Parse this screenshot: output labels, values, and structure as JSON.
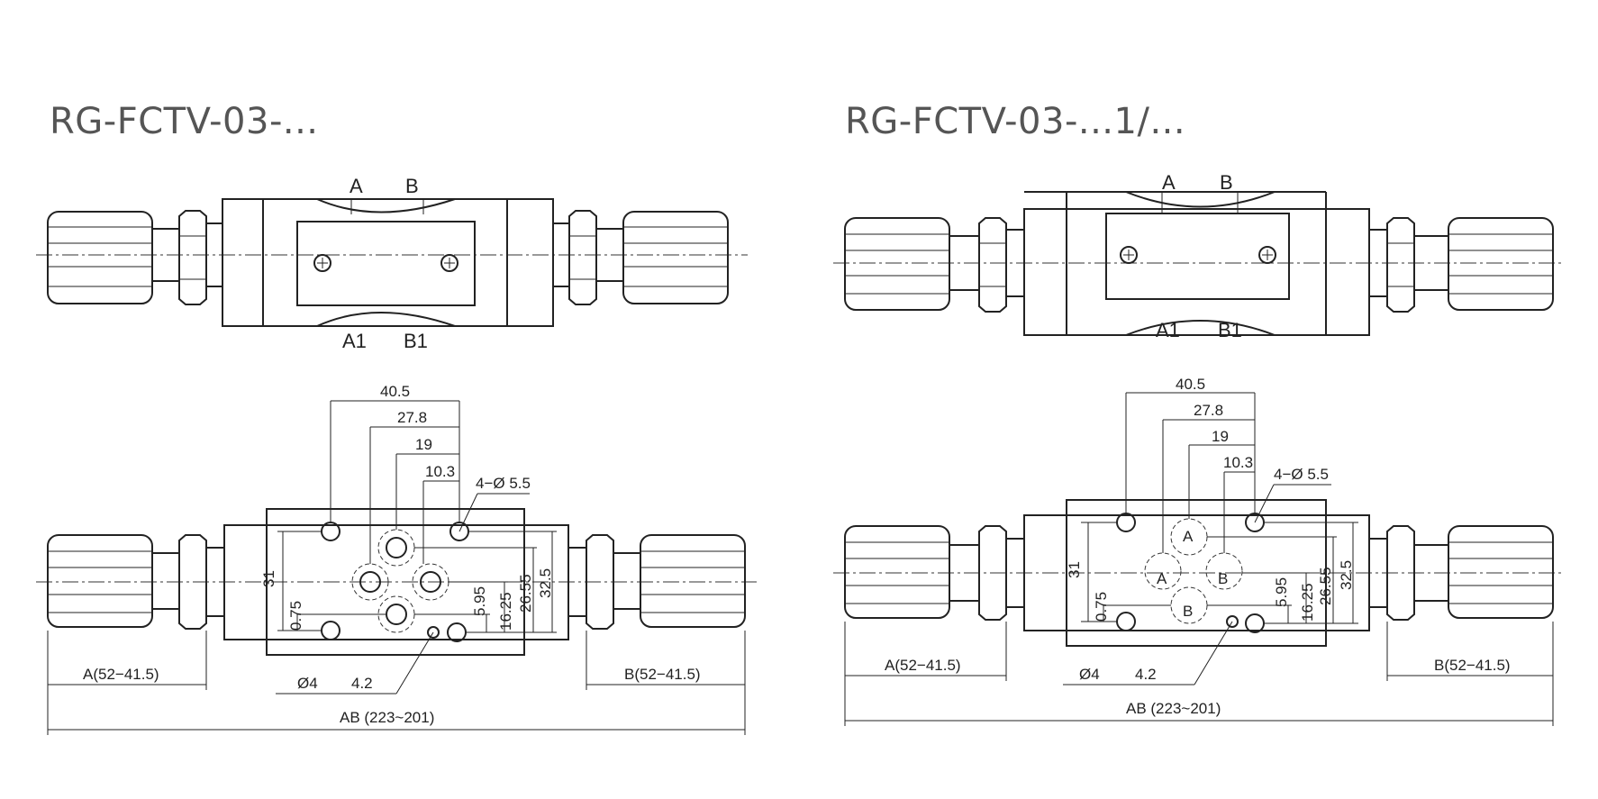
{
  "titles": {
    "left": "RG-FCTV-03-...",
    "right": "RG-FCTV-03-...1/..."
  },
  "left": {
    "top_ports": {
      "a": "A",
      "b": "B",
      "a1": "A1",
      "b1": "B1"
    },
    "dims": {
      "d40_5": "40.5",
      "d27_8": "27.8",
      "d19": "19",
      "d10_3": "10.3",
      "holes": "4−Ø 5.5",
      "d31": "31",
      "d0_75": "0.75",
      "d5_95": "5.95",
      "d16_25": "16.25",
      "d26_55": "26.55",
      "d32_5": "32.5",
      "phi4": "Ø4",
      "d4_2": "4.2",
      "a_len": "A(52−41.5)",
      "b_len": "B(52−41.5)",
      "ab_len": "AB (223~201)"
    }
  },
  "right": {
    "top_ports": {
      "a": "A",
      "b": "B",
      "a1": "A1",
      "b1": "B1"
    },
    "face_ports": {
      "a_top": "A",
      "a_left": "A",
      "b_right": "B",
      "b_bottom": "B"
    },
    "dims": {
      "d40_5": "40.5",
      "d27_8": "27.8",
      "d19": "19",
      "d10_3": "10.3",
      "holes": "4−Ø 5.5",
      "d31": "31",
      "d0_75": "0.75",
      "d5_95": "5.95",
      "d16_25": "16.25",
      "d26_55": "26.55",
      "d32_5": "32.5",
      "phi4": "Ø4",
      "d4_2": "4.2",
      "a_len": "A(52−41.5)",
      "b_len": "B(52−41.5)",
      "ab_len": "AB (223~201)"
    }
  }
}
